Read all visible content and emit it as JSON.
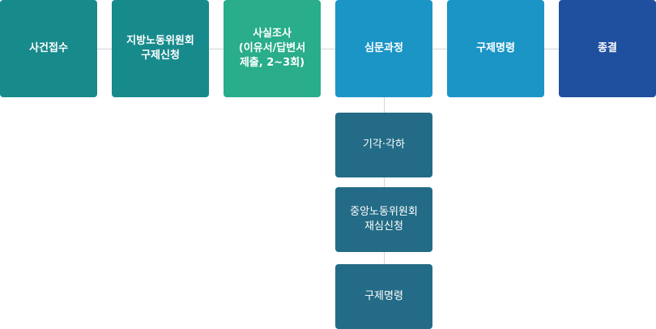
{
  "flow": {
    "steps": [
      "사건접수",
      "지방노동위원회\n구제신청",
      "사실조사\n(이유서/답변서\n제출, 2~3회)",
      "심문과정",
      "구제명령",
      "종결"
    ],
    "branch": [
      "기각·각하",
      "중앙노동위원회\n재심신청",
      "구제명령"
    ]
  }
}
